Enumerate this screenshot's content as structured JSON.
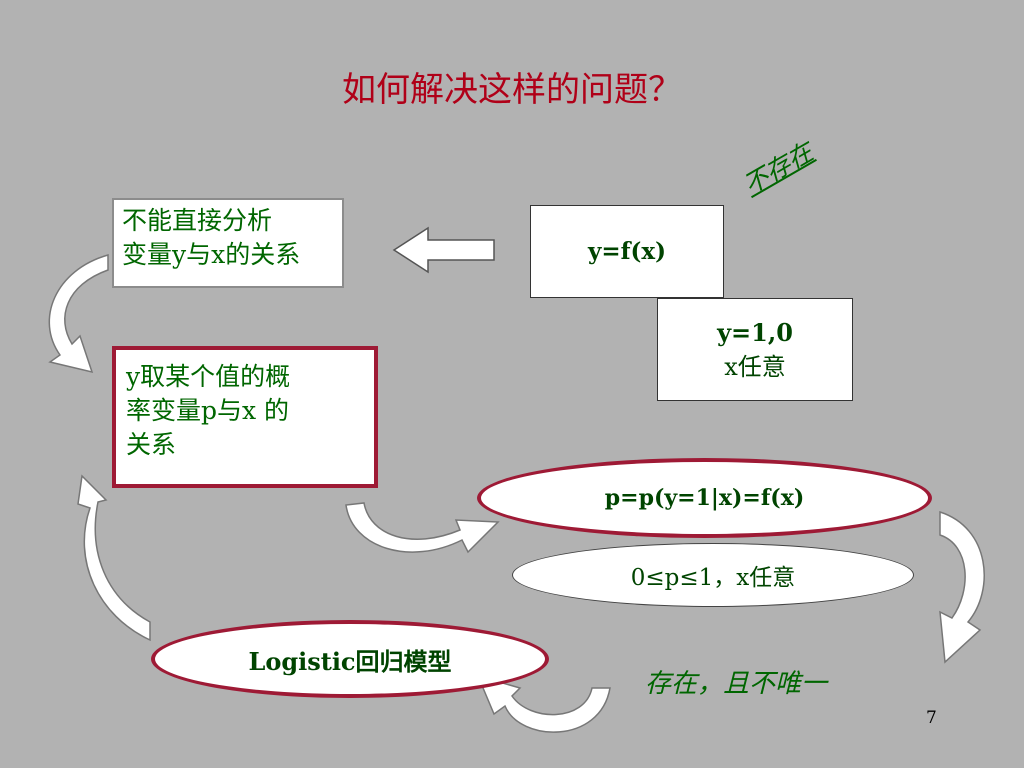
{
  "title": "如何解决这样的问题？",
  "box_direct": {
    "line1": "不能直接分析",
    "line2": "变量y与x的关系"
  },
  "box_prob": {
    "line1": "y取某个值的概",
    "line2": "率变量p与x 的",
    "line3": "关系"
  },
  "box_yfx": "y=f(x)",
  "box_y10": {
    "line1": "y=1,0",
    "line2": "x任意"
  },
  "annotation_not_exist": "不存在",
  "ellipse_pfx": "p=p(y=1|x)=f(x)",
  "ellipse_range": "0≤p≤1，x任意",
  "ellipse_logistic": "Logistic回归模型",
  "annotation_exist": "存在，且不唯一",
  "page_number": "7",
  "colors": {
    "background": "#b2b2b2",
    "title": "#b00018",
    "text": "#006600",
    "border_red": "#9e1a35"
  }
}
